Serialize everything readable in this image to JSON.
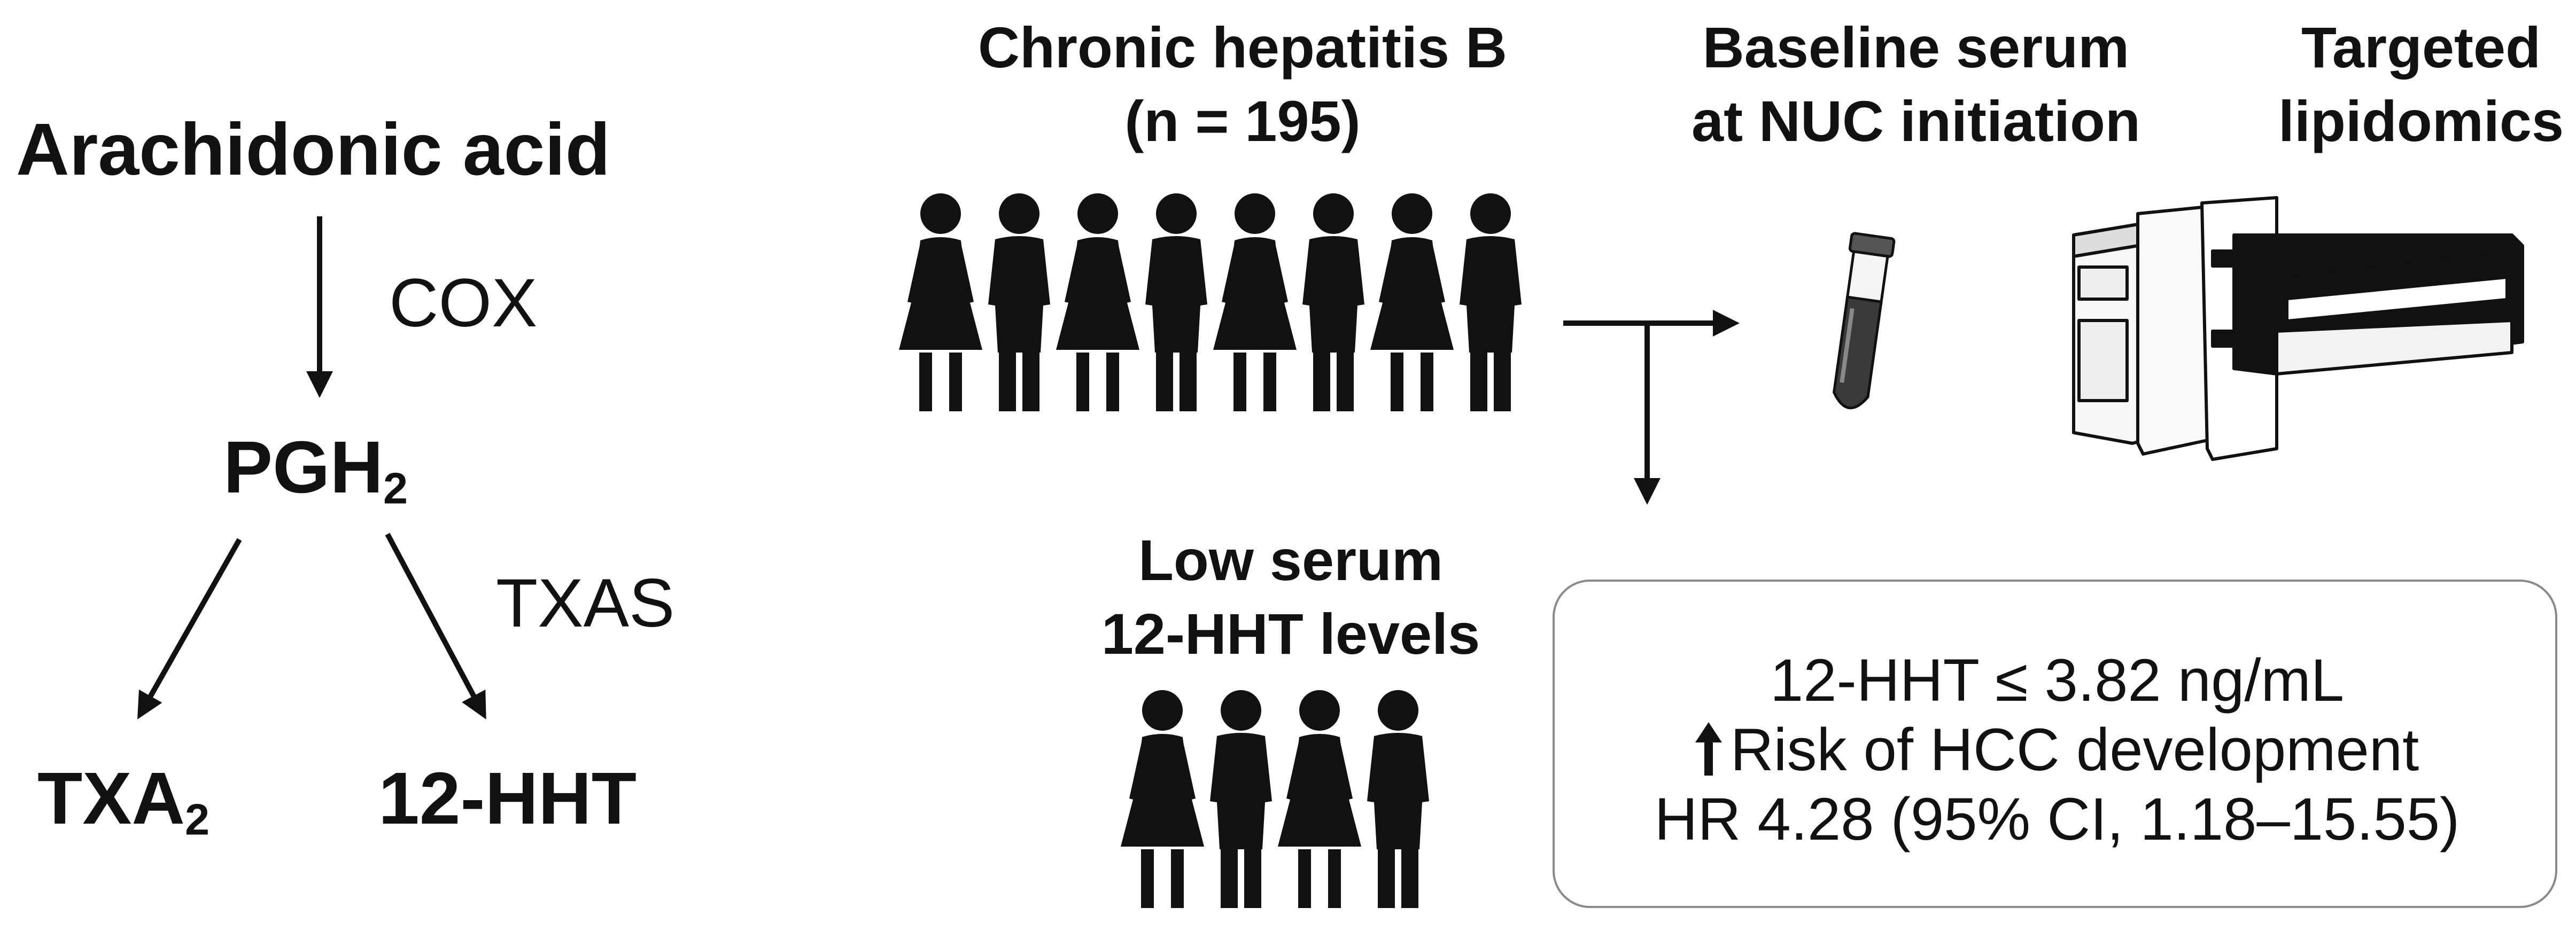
{
  "pathway": {
    "substrate": "Arachidonic acid",
    "enzyme1": "COX",
    "intermediate": "PGH",
    "intermediate_sub": "2",
    "enzyme2": "TXAS",
    "product1": "TXA",
    "product1_sub": "2",
    "product2": "12-HHT"
  },
  "study": {
    "cohort_title": "Chronic hepatitis B",
    "cohort_n": "(n = 195)",
    "sample_line1": "Baseline serum",
    "sample_line2": "at NUC initiation",
    "method_line1": "Targeted",
    "method_line2": "lipidomics",
    "subgroup_line1": "Low serum",
    "subgroup_line2": "12-HHT levels"
  },
  "result": {
    "line1": "12-HHT ≤ 3.82 ng/mL",
    "line2_arrow": "up-arrow-icon",
    "line2": "Risk of HCC development",
    "line3": "HR 4.28 (95% CI, 1.18–15.55)"
  },
  "icons": [
    "person-icon",
    "blood-tube-icon",
    "mass-spectrometer-icon",
    "arrow-icon"
  ]
}
